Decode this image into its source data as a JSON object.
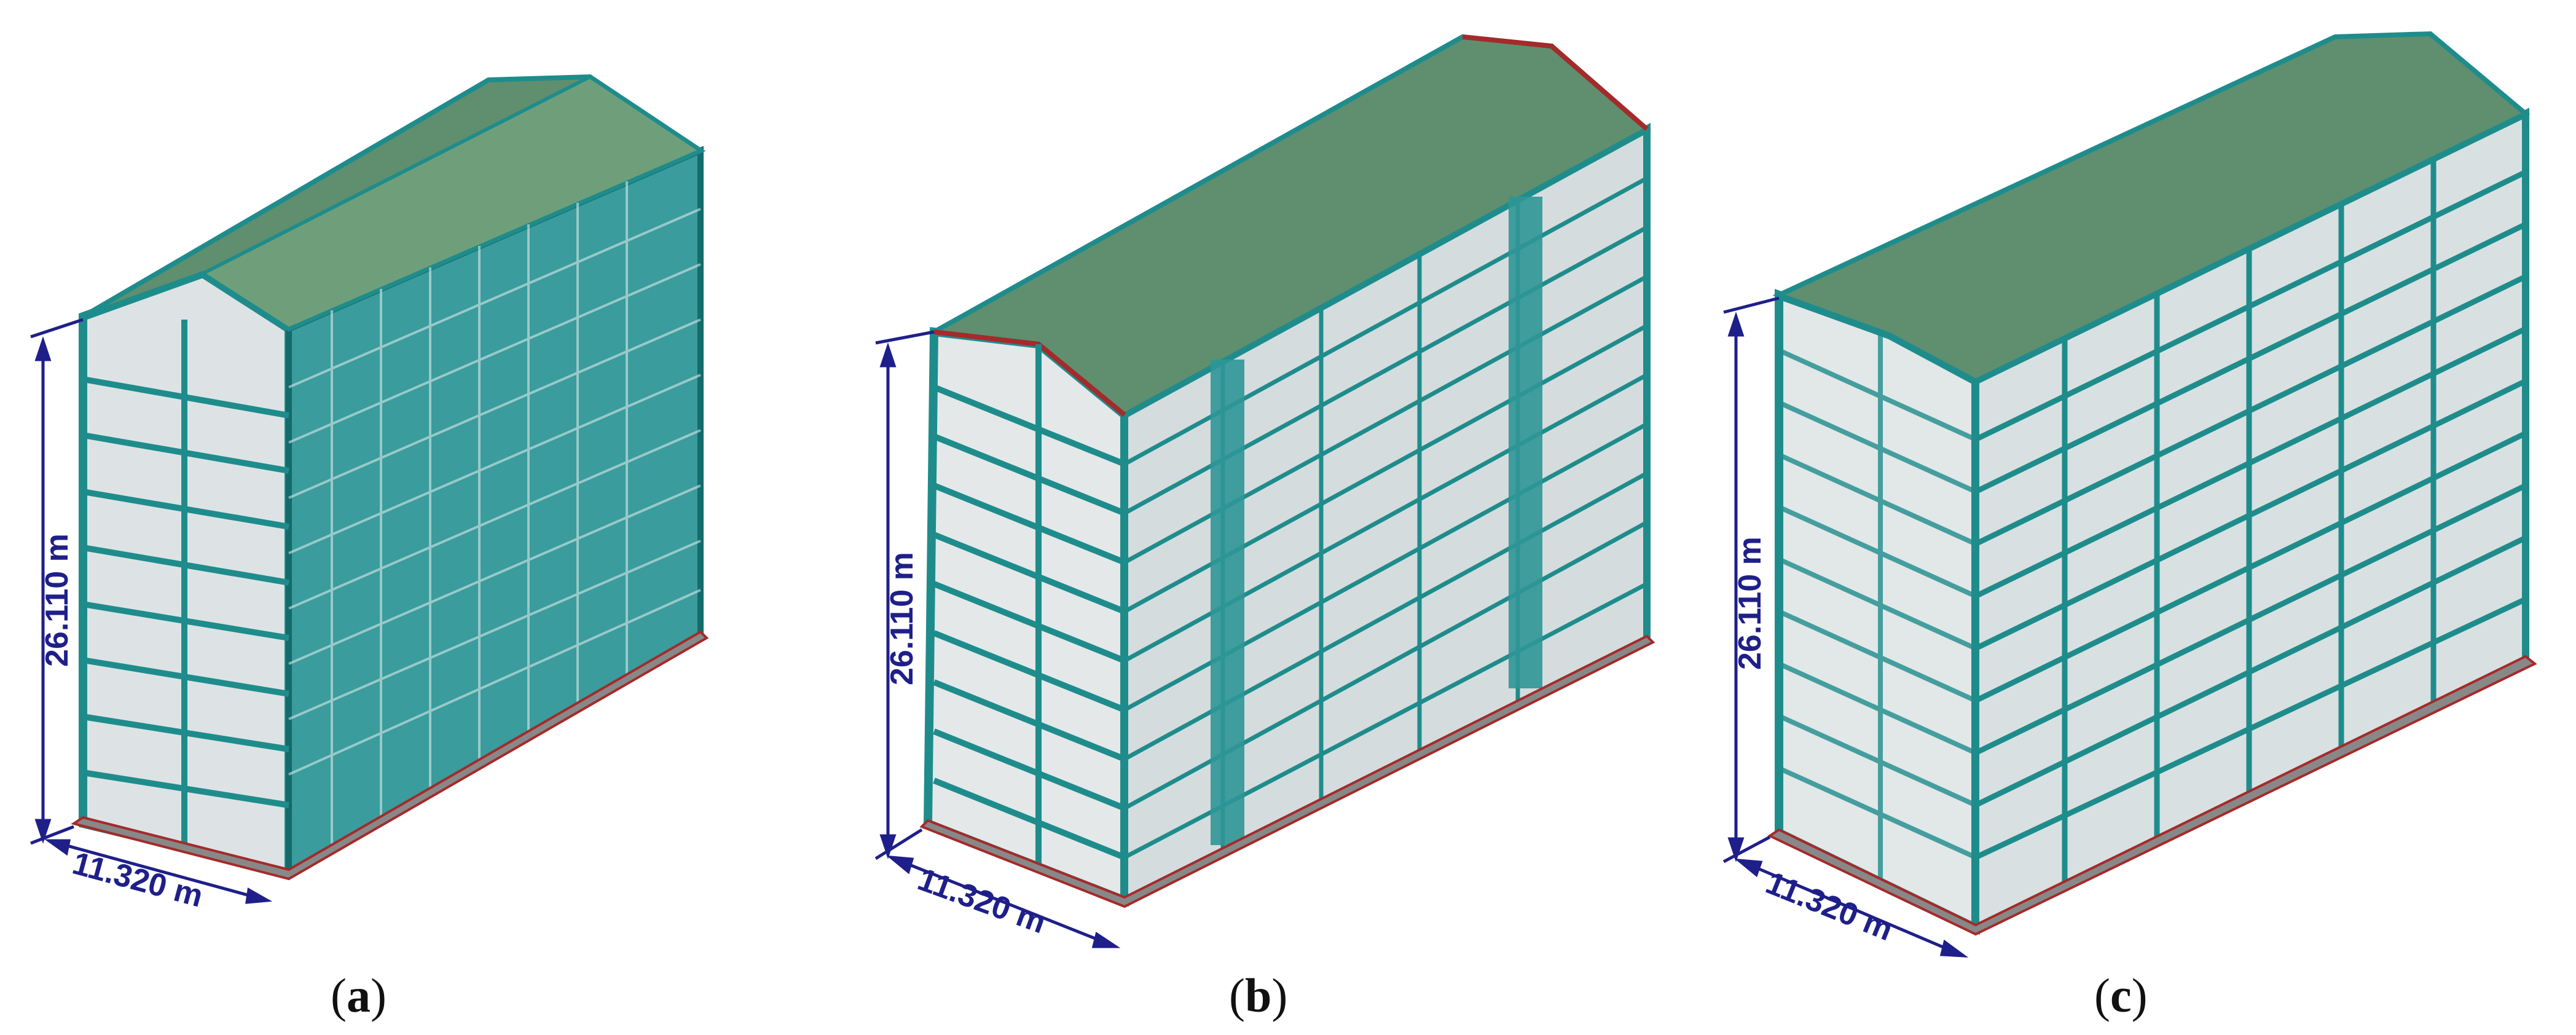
{
  "figure": {
    "panels": [
      {
        "id": "a",
        "caption_open": "(",
        "caption_letter": "a",
        "caption_close": ")",
        "height_label": "26.110 m",
        "width_label": "11.320 m"
      },
      {
        "id": "b",
        "caption_open": "(",
        "caption_letter": "b",
        "caption_close": ")",
        "height_label": "26.110 m",
        "width_label": "11.320 m"
      },
      {
        "id": "c",
        "caption_open": "(",
        "caption_letter": "c",
        "caption_close": ")",
        "height_label": "26.110 m",
        "width_label": "11.320 m"
      }
    ]
  },
  "colors": {
    "frame": "#1f8c8c",
    "frame_dark": "#136b6b",
    "slab": "#cfd6d8",
    "wall": "#e6e9ea",
    "roof": "#5f8f6f",
    "roof_edge": "#a52a2a",
    "dimension": "#1f1f8a"
  }
}
